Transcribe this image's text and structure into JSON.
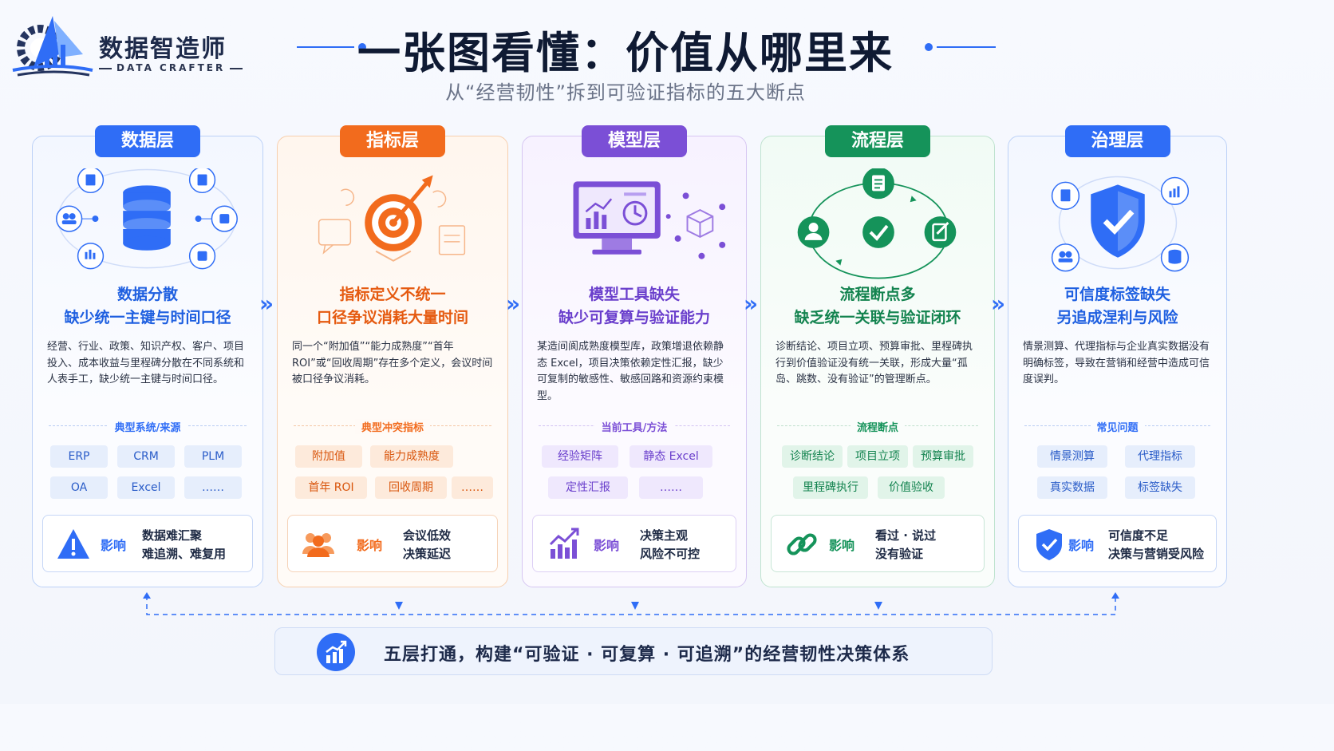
{
  "brand": {
    "name": "数据智造师",
    "sub": "DATA CRAFTER"
  },
  "title": "一张图看懂：价值从哪里来",
  "subtitle": "从“经营韧性”拆到可验证指标的五大断点",
  "colors": {
    "data": "#2f6df6",
    "metric": "#f26b1d",
    "model": "#7b4fd6",
    "process": "#15935a",
    "governance": "#2f6df6"
  },
  "impact_label": "影响",
  "columns": [
    {
      "key": "data",
      "tag": "数据层",
      "icon": "database-icon",
      "heading1": "数据分散",
      "heading2": "缺少统一主键与时间口径",
      "desc": "经营、行业、政策、知识产权、客户、项目投入、成本收益与里程碑分散在不同系统和人表手工，缺少统一主键与时间口径。",
      "section": "典型系统/来源",
      "chips": [
        "ERP",
        "CRM",
        "PLM",
        "OA",
        "Excel",
        "……"
      ],
      "impact_icon": "warning-icon",
      "impact1": "数据难汇聚",
      "impact2": "难追溯、难复用"
    },
    {
      "key": "metric",
      "tag": "指标层",
      "icon": "target-icon",
      "heading1": "指标定义不统一",
      "heading2": "口径争议消耗大量时间",
      "desc": "同一个“附加值”“能力成熟度”“首年 ROI”或“回收周期”存在多个定义，会议时间被口径争议消耗。",
      "section": "典型冲突指标",
      "chips": [
        "附加值",
        "能力成熟度",
        "首年 ROI",
        "回收周期",
        "……"
      ],
      "impact_icon": "people-icon",
      "impact1": "会议低效",
      "impact2": "决策延迟"
    },
    {
      "key": "model",
      "tag": "模型层",
      "icon": "dashboard-icon",
      "heading1": "模型工具缺失",
      "heading2": "缺少可复算与验证能力",
      "desc": "某造间阆成熟度模型库，政策增退依赖静态 Excel，项目决策依赖定性汇报，缺少可复制的敏感性、敏感回路和资源约束模型。",
      "section": "当前工具/方法",
      "chips": [
        "经验矩阵",
        "静态 Excel",
        "定性汇报",
        "……"
      ],
      "impact_icon": "chart-up-icon",
      "impact1": "决策主观",
      "impact2": "风险不可控"
    },
    {
      "key": "process",
      "tag": "流程层",
      "icon": "cycle-icon",
      "heading1": "流程断点多",
      "heading2": "缺乏统一关联与验证闭环",
      "desc": "诊断结论、项目立项、预算审批、里程碑执行到价值验证没有统一关联，形成大量“孤岛、跳数、没有验证”的管理断点。",
      "section": "流程断点",
      "chips": [
        "诊断结论",
        "项目立项",
        "预算审批",
        "里程碑执行",
        "价值验收"
      ],
      "impact_icon": "link-icon",
      "impact1": "看过 · 说过",
      "impact2": "没有验证"
    },
    {
      "key": "governance",
      "tag": "治理层",
      "icon": "shield-icon",
      "heading1": "可信度标签缺失",
      "heading2": "另追成涅利与风险",
      "desc": "情景测算、代理指标与企业真实数据没有明确标签，导致在营销和经营中造成可信度误判。",
      "section": "常见问题",
      "chips": [
        "情景测算",
        "代理指标",
        "真实数据",
        "标签缺失"
      ],
      "impact_icon": "shield-check-icon",
      "impact1": "可信度不足",
      "impact2": "决策与营销受风险"
    }
  ],
  "footer": {
    "text": "五层打通，构建“可验证 · 可复算 · 可追溯”的经营韧性决策体系"
  }
}
